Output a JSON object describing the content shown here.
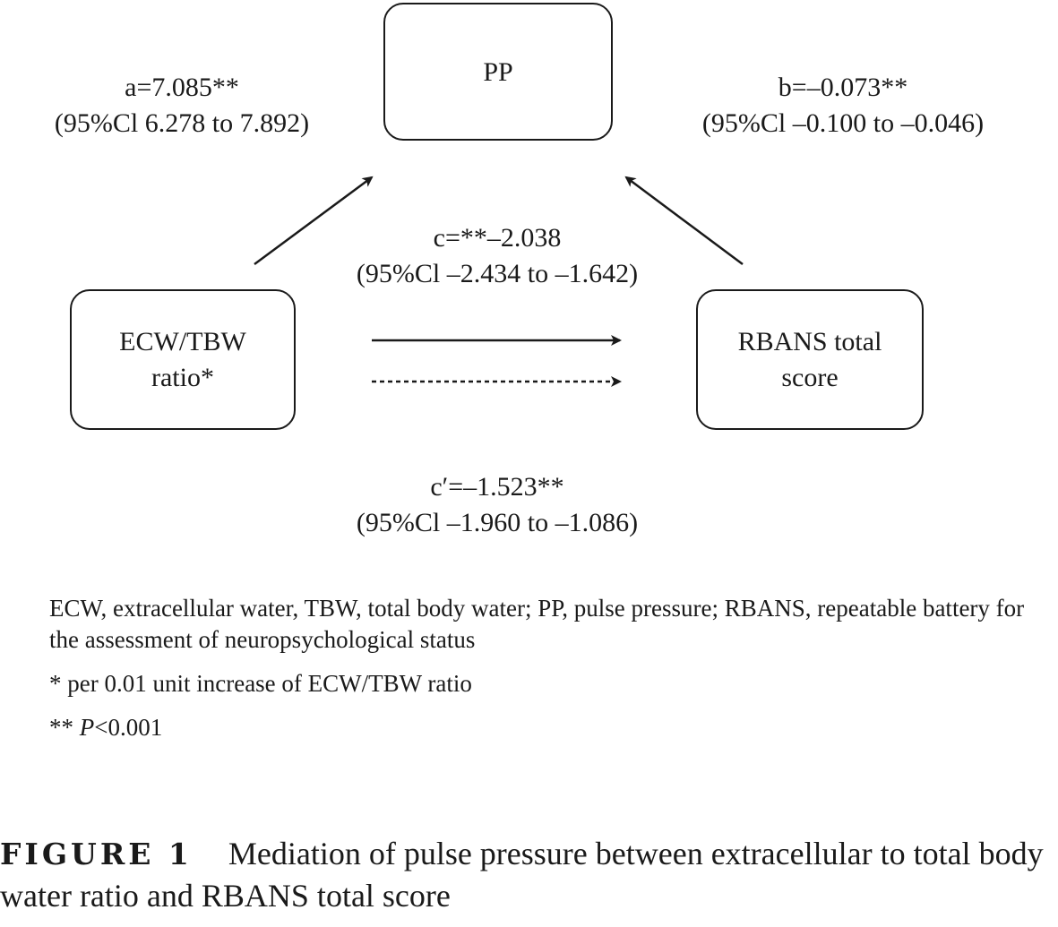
{
  "boxes": {
    "pp": {
      "label": "PP"
    },
    "ecw": {
      "line1": "ECW/TBW",
      "line2": "ratio*"
    },
    "rbans": {
      "line1": "RBANS total",
      "line2": "score"
    }
  },
  "paths": {
    "a": {
      "coef": "a=7.085**",
      "ci": "(95%Cl 6.278 to 7.892)"
    },
    "b": {
      "coef": "b=–0.073**",
      "ci": "(95%Cl –0.100 to –0.046)"
    },
    "c": {
      "coef": "c=**–2.038",
      "ci": "(95%Cl –2.434 to –1.642)"
    },
    "c_prime": {
      "coef": "c′=–1.523**",
      "ci": "(95%Cl –1.960 to –1.086)"
    }
  },
  "notes": {
    "definitions": "ECW, extracellular water, TBW, total body water; PP, pulse pressure; RBANS, repeatable battery for the assessment of neuropsychological status",
    "single_star": "* per 0.01 unit increase of ECW/TBW ratio",
    "double_star_prefix": "** ",
    "double_star_p": "P",
    "double_star_rest": "<0.001"
  },
  "caption": {
    "label": "FIGURE 1",
    "text": "Mediation of pulse pressure between extracellular to total body water ratio and RBANS total score"
  }
}
